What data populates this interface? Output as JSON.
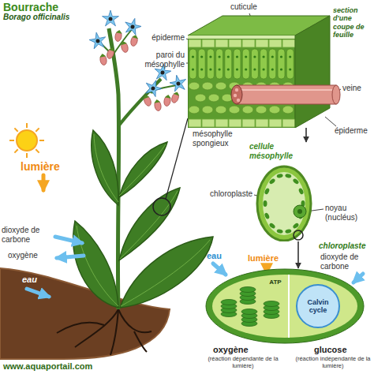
{
  "diagram": {
    "title": "Bourrache",
    "nodes": [
      {
        "text": [
          "section d'une coupe de feuille"
        ]
      },
      {
        "text": [
          "cellule mésophylle"
        ]
      },
      {
        "text": [
          "ATP",
          "Calvin cycle"
        ]
      }
    ],
    "edges": [
      {
        "from": 0,
        "to": 1,
        "arrow": "to"
      },
      {
        "from": 1,
        "to": 2,
        "arrow": "to"
      }
    ],
    "labels": [
      "Borago officinalis",
      "lumière",
      "dioxyde de carbone",
      "oxygène",
      "eau",
      "cuticule",
      "épiderme",
      "paroi du mésophylle",
      "veine",
      "épiderme",
      "mésophylle spongieux",
      "chloroplaste",
      "noyau (nucléus)",
      "lumière",
      "eau",
      "chloroplaste",
      "dioxyde de carbone",
      "oxygène",
      "(réaction dépendante de la lumière)",
      "glucose",
      "(réaction indépendante de la lumière)",
      "www.aquaportail.com"
    ]
  }
}
